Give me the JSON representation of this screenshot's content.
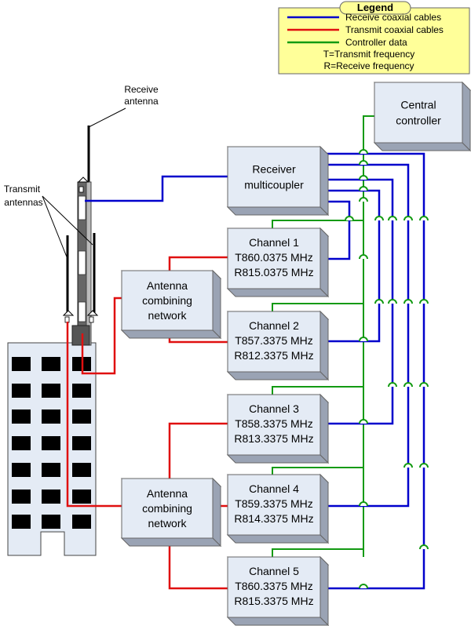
{
  "legend": {
    "title": "Legend",
    "items": [
      {
        "label": "Receive coaxial cables",
        "color": "#0000cc"
      },
      {
        "label": "Transmit coaxial cables",
        "color": "#e01010"
      },
      {
        "label": "Controller data",
        "color": "#129a12"
      }
    ],
    "notes": [
      "T=Transmit frequency",
      "R=Receive frequency"
    ]
  },
  "labels": {
    "receive_antenna": [
      "Receive",
      "antenna"
    ],
    "transmit_antennas": [
      "Transmit",
      "antennas"
    ]
  },
  "boxes": {
    "central": [
      "Central",
      "controller"
    ],
    "receiver": [
      "Receiver",
      "multicoupler"
    ],
    "acn1": [
      "Antenna",
      "combining",
      "network"
    ],
    "acn2": [
      "Antenna",
      "combining",
      "network"
    ]
  },
  "channels": [
    {
      "name": "Channel 1",
      "tx": "T860.0375 MHz",
      "rx": "R815.0375 MHz"
    },
    {
      "name": "Channel 2",
      "tx": "T857.3375 MHz",
      "rx": "R812.3375 MHz"
    },
    {
      "name": "Channel 3",
      "tx": "T858.3375 MHz",
      "rx": "R813.3375 MHz"
    },
    {
      "name": "Channel 4",
      "tx": "T859.3375 MHz",
      "rx": "R814.3375 MHz"
    },
    {
      "name": "Channel 5",
      "tx": "T860.3375 MHz",
      "rx": "R815.3375 MHz"
    }
  ],
  "colors": {
    "receive": "#0000cc",
    "transmit": "#e01010",
    "controller": "#129a12",
    "legend_bg": "#ffff99"
  }
}
